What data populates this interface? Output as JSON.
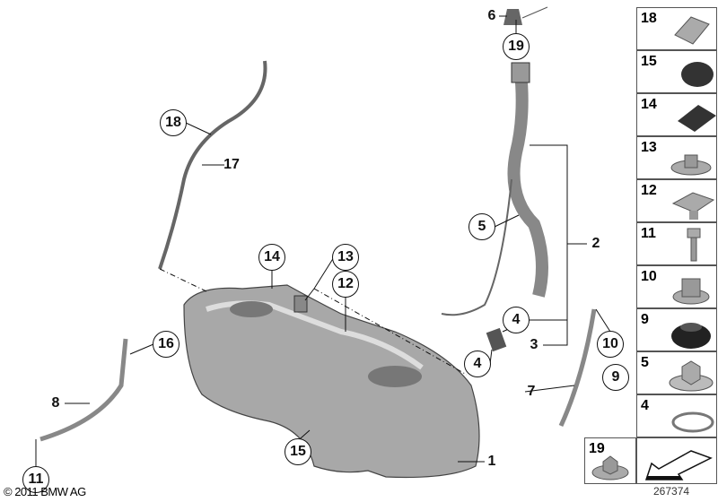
{
  "diagram": {
    "callouts_circled": [
      {
        "label": "19",
        "part": "filler-cap-seal"
      },
      {
        "label": "18",
        "part": "clip"
      },
      {
        "label": "14",
        "part": "pad"
      },
      {
        "label": "13",
        "part": "nut"
      },
      {
        "label": "12",
        "part": "clip-nut"
      },
      {
        "label": "16",
        "part": "bracket"
      },
      {
        "label": "5",
        "part": "nut"
      },
      {
        "label": "4",
        "part": "hose-clamp"
      },
      {
        "label": "4",
        "part": "hose-clamp"
      },
      {
        "label": "10",
        "part": "nut"
      },
      {
        "label": "9",
        "part": "grommet"
      },
      {
        "label": "15",
        "part": "plug"
      },
      {
        "label": "11",
        "part": "screw"
      }
    ],
    "callouts_plain": [
      {
        "label": "6"
      },
      {
        "label": "17"
      },
      {
        "label": "2"
      },
      {
        "label": "3"
      },
      {
        "label": "7"
      },
      {
        "label": "8"
      },
      {
        "label": "1"
      }
    ],
    "parts_panel": [
      {
        "label": "18",
        "icon": "clip-icon"
      },
      {
        "label": "15",
        "icon": "plug-icon"
      },
      {
        "label": "14",
        "icon": "pad-icon"
      },
      {
        "label": "13",
        "icon": "washer-nut-icon"
      },
      {
        "label": "12",
        "icon": "clip-nut-icon"
      },
      {
        "label": "11",
        "icon": "screw-icon"
      },
      {
        "label": "10",
        "icon": "collar-nut-icon"
      },
      {
        "label": "9",
        "icon": "grommet-icon"
      },
      {
        "label": "5",
        "icon": "hex-nut-icon"
      },
      {
        "label": "4",
        "icon": "hose-clamp-icon"
      },
      {
        "label": "19",
        "icon": "flange-nut-icon"
      }
    ],
    "copyright": "© 2011 BMW AG",
    "diagram_id": "267374",
    "colors": {
      "line": "#111111",
      "part": "#9a9a9a",
      "part_dark": "#555555"
    }
  }
}
